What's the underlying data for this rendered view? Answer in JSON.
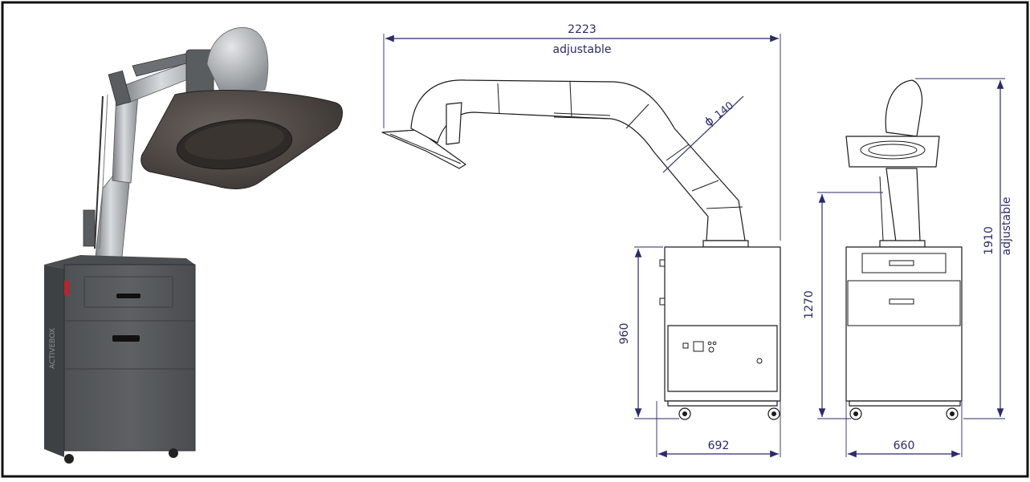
{
  "product": {
    "brand_text": "ACTIVEBOX",
    "colors": {
      "cabinet": "#5b5e61",
      "cabinet_dark": "#3f4245",
      "arm_metal": "#b8bcc0",
      "hood_dark": "#4a4542",
      "accent_red": "#c0202a"
    }
  },
  "dimensions": {
    "reach_value": "2223",
    "reach_note": "adjustable",
    "diameter_symbol": "ϕ",
    "diameter_value": "140",
    "side_height": "960",
    "side_width": "692",
    "front_height": "1270",
    "front_width": "660",
    "total_height_value": "1910",
    "total_height_note": "adjustable",
    "line_color": "#2a2a6e"
  }
}
